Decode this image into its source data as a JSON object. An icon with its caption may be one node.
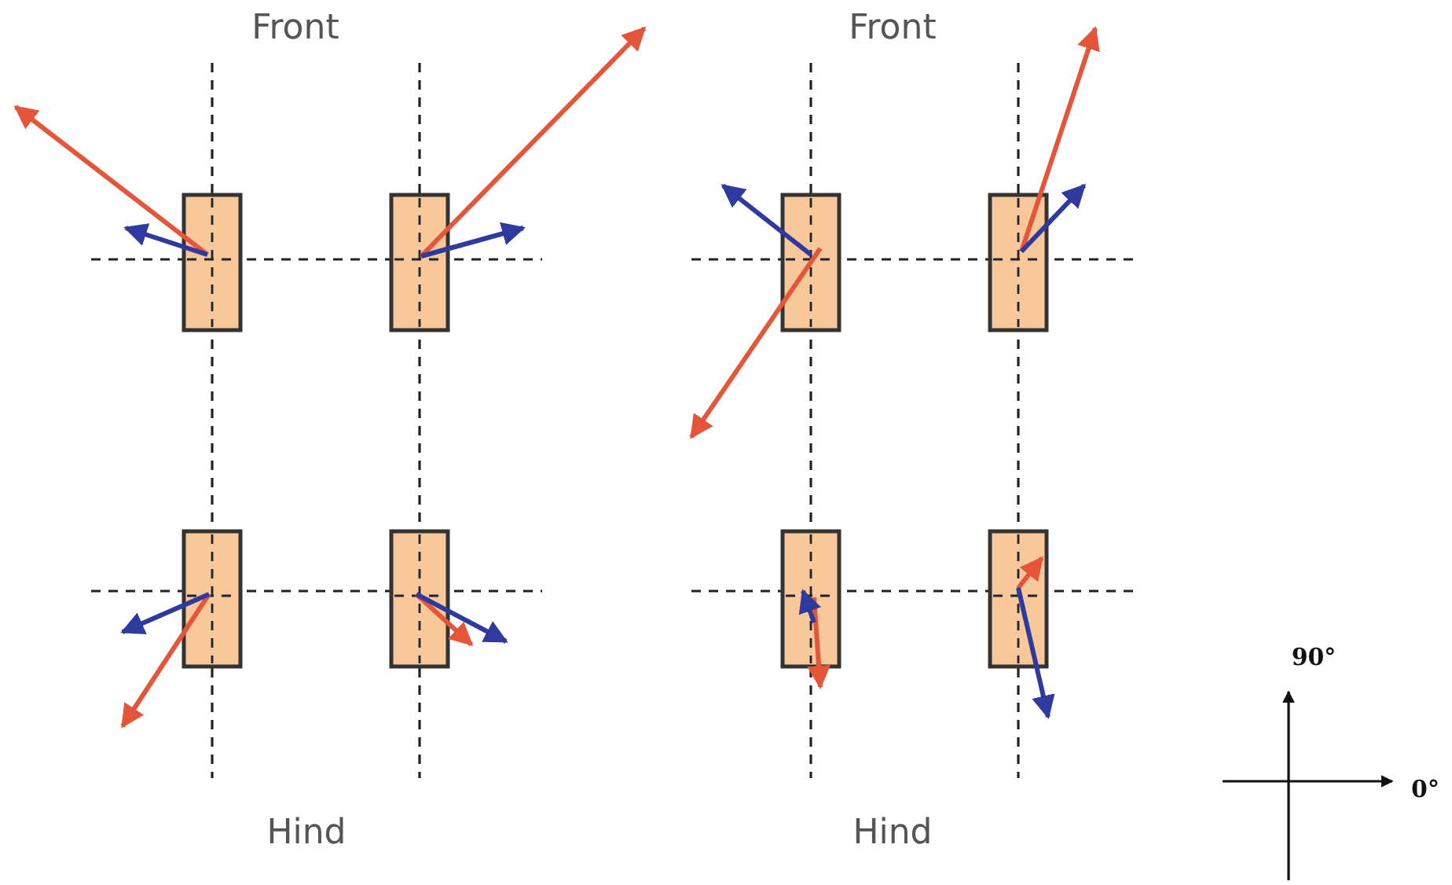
{
  "diagram": {
    "nodes": [
      {
        "text": [],
        "shape": "box"
      },
      {
        "text": [],
        "shape": "box"
      },
      {
        "text": [],
        "shape": "box"
      },
      {
        "text": [],
        "shape": "box"
      },
      {
        "text": [],
        "shape": "box"
      },
      {
        "text": [],
        "shape": "box"
      },
      {
        "text": [],
        "shape": "box"
      },
      {
        "text": [],
        "shape": "box"
      }
    ],
    "labels": [
      "Front",
      "Front",
      "90°",
      "0°",
      "Hind",
      "Hind"
    ]
  }
}
